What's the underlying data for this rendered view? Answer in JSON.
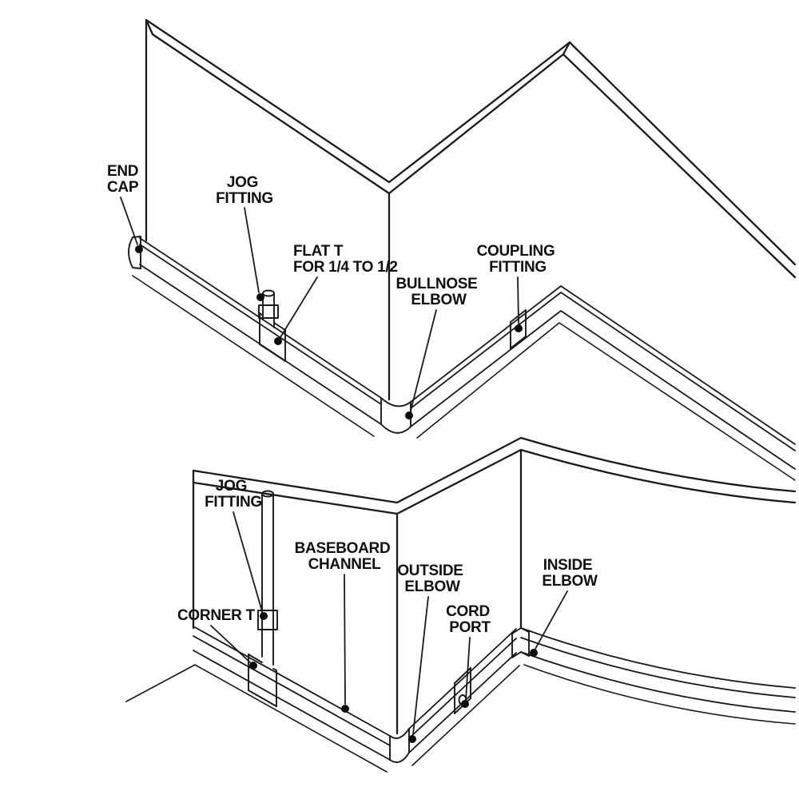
{
  "colors": {
    "line": "#1a1a1a",
    "label_text": "#101010",
    "dot": "#0d0d0d",
    "background": "#ffffff"
  },
  "top": {
    "labels": {
      "end_cap": {
        "lines": [
          "END",
          "CAP"
        ]
      },
      "jog_fitting": {
        "lines": [
          "JOG",
          "FITTING"
        ]
      },
      "flat_t": {
        "lines": [
          "FLAT T",
          "FOR 1/4 TO 1/2"
        ]
      },
      "bullnose_elbow": {
        "lines": [
          "BULLNOSE",
          "ELBOW"
        ]
      },
      "coupling_fitting": {
        "lines": [
          "COUPLING",
          "FITTING"
        ]
      }
    }
  },
  "bottom": {
    "labels": {
      "jog_fitting": {
        "lines": [
          "JOG",
          "FITTING"
        ]
      },
      "baseboard_channel": {
        "lines": [
          "BASEBOARD",
          "CHANNEL"
        ]
      },
      "outside_elbow": {
        "lines": [
          "OUTSIDE",
          "ELBOW"
        ]
      },
      "inside_elbow": {
        "lines": [
          "INSIDE",
          "ELBOW"
        ]
      },
      "corner_t": {
        "lines": [
          "CORNER T"
        ]
      },
      "cord_port": {
        "lines": [
          "CORD",
          "PORT"
        ]
      }
    }
  }
}
